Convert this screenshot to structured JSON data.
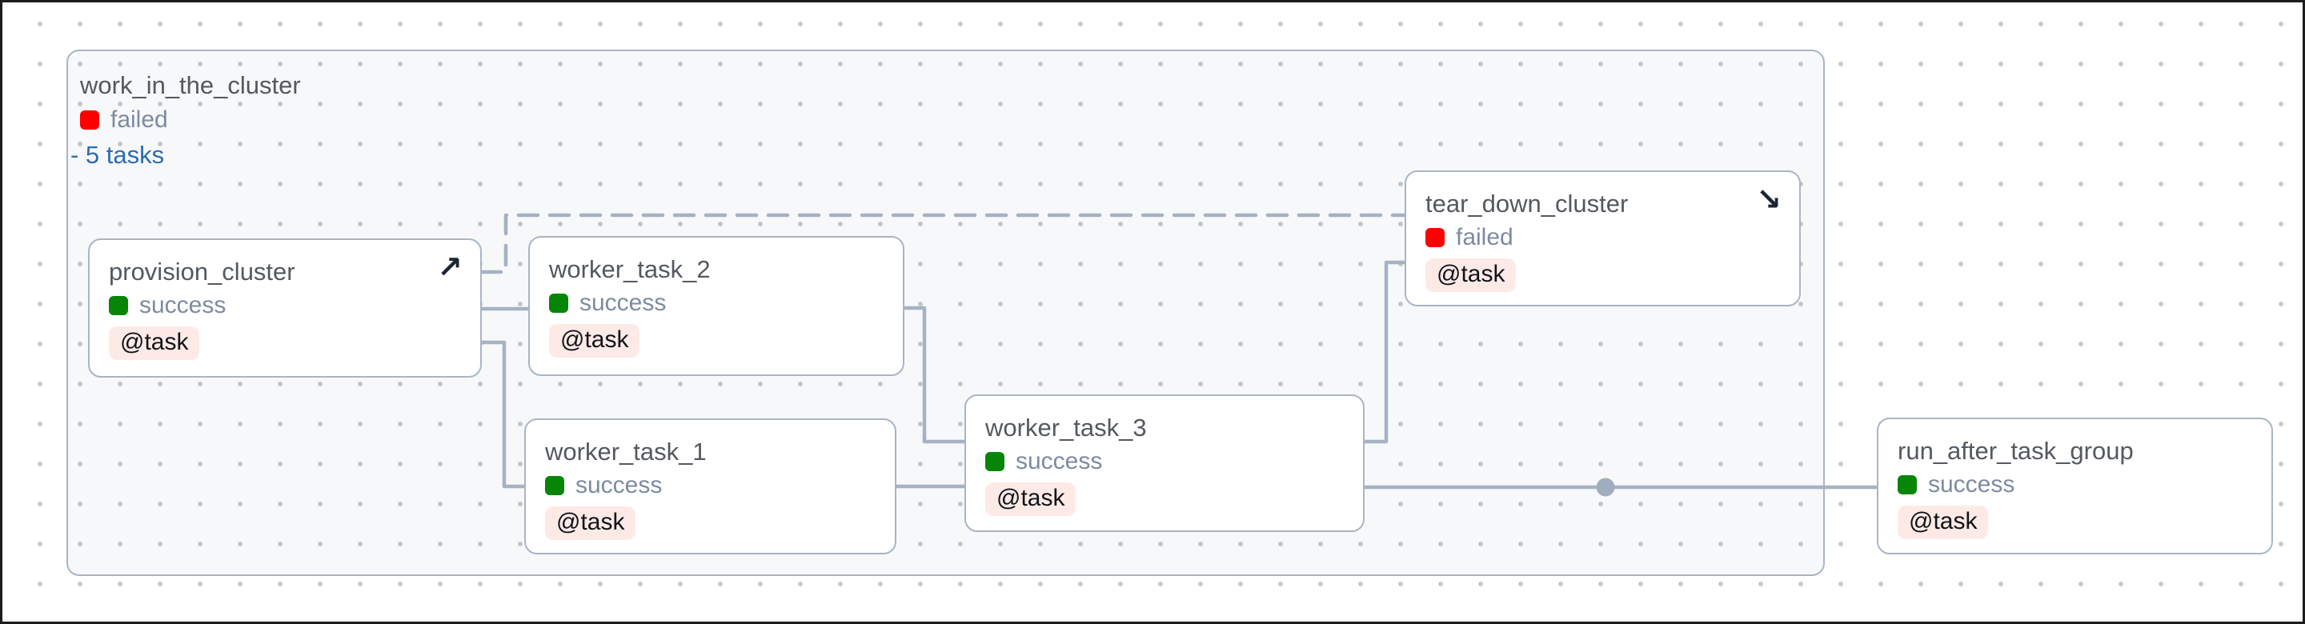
{
  "group": {
    "label": "work_in_the_cluster",
    "status": "failed",
    "toggle_label": "- 5 tasks"
  },
  "nodes": [
    {
      "label": "provision_cluster",
      "status": "success",
      "badge": "@task"
    },
    {
      "label": "worker_task_2",
      "status": "success",
      "badge": "@task"
    },
    {
      "label": "worker_task_1",
      "status": "success",
      "badge": "@task"
    },
    {
      "label": "worker_task_3",
      "status": "success",
      "badge": "@task"
    },
    {
      "label": "tear_down_cluster",
      "status": "failed",
      "badge": "@task"
    },
    {
      "label": "run_after_task_group",
      "status": "success",
      "badge": "@task"
    }
  ],
  "icons": {
    "setup_arrow": "↗",
    "teardown_arrow": "↘"
  },
  "colors": {
    "success": "#078507",
    "failed": "#ff0000",
    "edge": "#a6b2c3",
    "link": "#2b6cb0"
  }
}
